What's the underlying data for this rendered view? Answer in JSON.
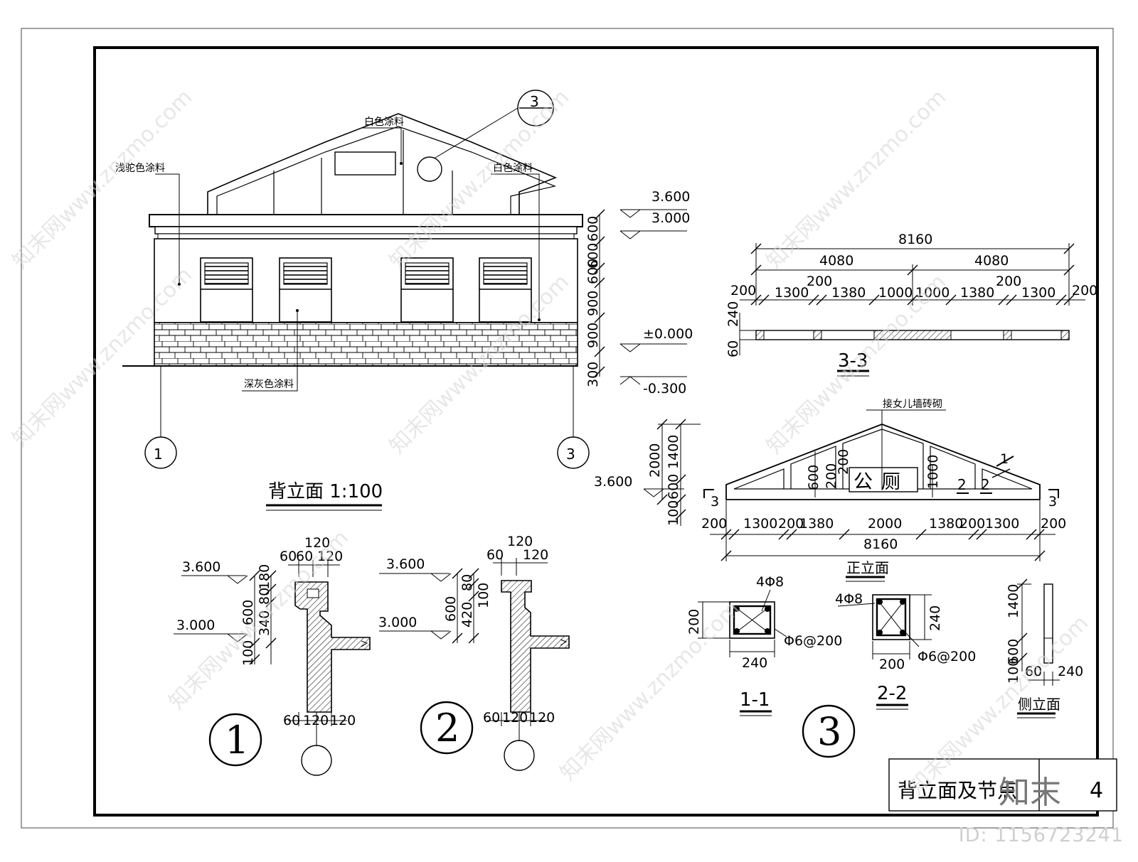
{
  "sheet": {
    "drawing_id": "ID: 1156723241",
    "title_block": {
      "title": "背立面及节点",
      "sheet_no": "4",
      "logo_text": "知末"
    },
    "watermark": "知末网www.znzmo.com"
  },
  "rear_elevation": {
    "title": "背立面 1:100",
    "notes": {
      "white_paint_top": "白色涂料",
      "white_paint_side": "白色涂料",
      "camel_paint": "浅驼色涂料",
      "dark_gray_paint": "深灰色涂料"
    },
    "levels": [
      "3.600",
      "3.000",
      "±0.000",
      "-0.300"
    ],
    "vertical_dims": [
      "600",
      "600",
      "600",
      "900",
      "900",
      "300"
    ],
    "axis_left": "1",
    "axis_right": "3",
    "detail_callout": "3"
  },
  "section_3_3": {
    "label": "3-3",
    "total": "8160",
    "halves": [
      "4080",
      "4080"
    ],
    "segments": [
      "200",
      "1300",
      "200",
      "1380",
      "1000",
      "1000",
      "1380",
      "200",
      "1300",
      "200"
    ],
    "side_dims": [
      "240",
      "60"
    ]
  },
  "front_elevation": {
    "label": "正立面",
    "note": "接女儿墙砖砌",
    "sign_text": "公厕",
    "level": "3.600",
    "left_dims": [
      "2000",
      "1400",
      "600",
      "100"
    ],
    "inner_dims": [
      "600",
      "200",
      "200",
      "1000"
    ],
    "bottom_segments": [
      "200",
      "1300",
      "200",
      "1380",
      "2000",
      "1380",
      "200",
      "1300",
      "200"
    ],
    "total": "8160",
    "section_marks": [
      "1",
      "2",
      "2",
      "3",
      "3"
    ]
  },
  "node_1": {
    "label": "1",
    "levels": [
      "3.600",
      "3.000"
    ],
    "top_dims": [
      "120",
      "60",
      "60",
      "120"
    ],
    "vertical_dims": [
      "180",
      "80",
      "340",
      "600",
      "100"
    ],
    "bottom_dims": [
      "60",
      "120",
      "120"
    ]
  },
  "node_2": {
    "label": "2",
    "levels": [
      "3.600",
      "3.000"
    ],
    "top_dims": [
      "120",
      "60",
      "120"
    ],
    "vertical_dims": [
      "80",
      "100",
      "420",
      "600"
    ],
    "bottom_dims": [
      "60",
      "120",
      "120"
    ]
  },
  "node_3": {
    "label": "3",
    "sec_1_1": {
      "label": "1-1",
      "rebar_main": "4Φ8",
      "stirrup": "Φ6@200",
      "height": "200",
      "width": "240"
    },
    "sec_2_2": {
      "label": "2-2",
      "rebar_main": "4Φ8",
      "stirrup": "Φ6@200",
      "height": "240",
      "width": "200"
    },
    "side_elev": {
      "label": "侧立面",
      "vertical_dims": [
        "1400",
        "600",
        "100"
      ],
      "bottom_dims": [
        "60",
        "240"
      ]
    }
  }
}
